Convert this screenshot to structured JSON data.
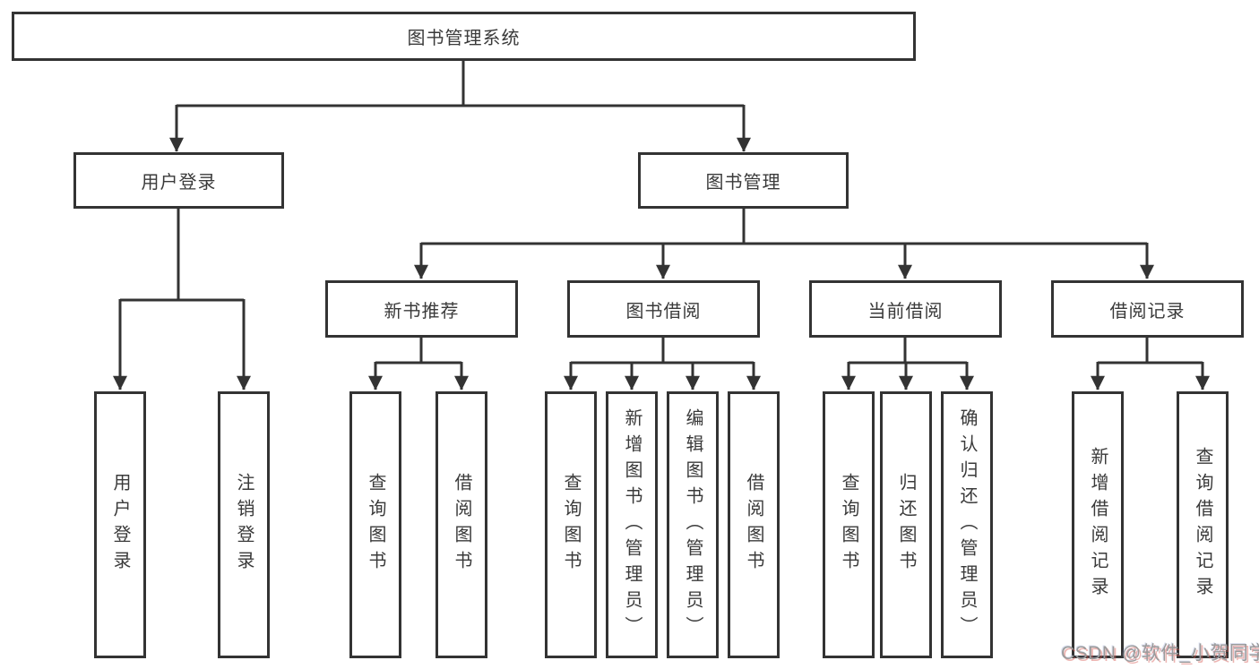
{
  "diagram": {
    "root": {
      "label": "图书管理系统"
    },
    "level2": [
      {
        "label": "用户登录"
      },
      {
        "label": "图书管理"
      }
    ],
    "level3": [
      {
        "label": "新书推荐"
      },
      {
        "label": "图书借阅"
      },
      {
        "label": "当前借阅"
      },
      {
        "label": "借阅记录"
      }
    ],
    "leaves": [
      {
        "label": "用户登录"
      },
      {
        "label": "注销登录"
      },
      {
        "label": "查询图书"
      },
      {
        "label": "借阅图书"
      },
      {
        "label": "查询图书"
      },
      {
        "label": "新增图书（管理员）"
      },
      {
        "label": "编辑图书（管理员）"
      },
      {
        "label": "借阅图书"
      },
      {
        "label": "查询图书"
      },
      {
        "label": "归还图书"
      },
      {
        "label": "确认归还（管理员）"
      },
      {
        "label": "新增借阅记录"
      },
      {
        "label": "查询借阅记录"
      }
    ],
    "watermark": "CSDN @软件_小贺同学",
    "colors": {
      "line": "#333333",
      "text": "#3a3a3a",
      "background": "#ffffff",
      "watermark": "#9b9b9b"
    }
  }
}
